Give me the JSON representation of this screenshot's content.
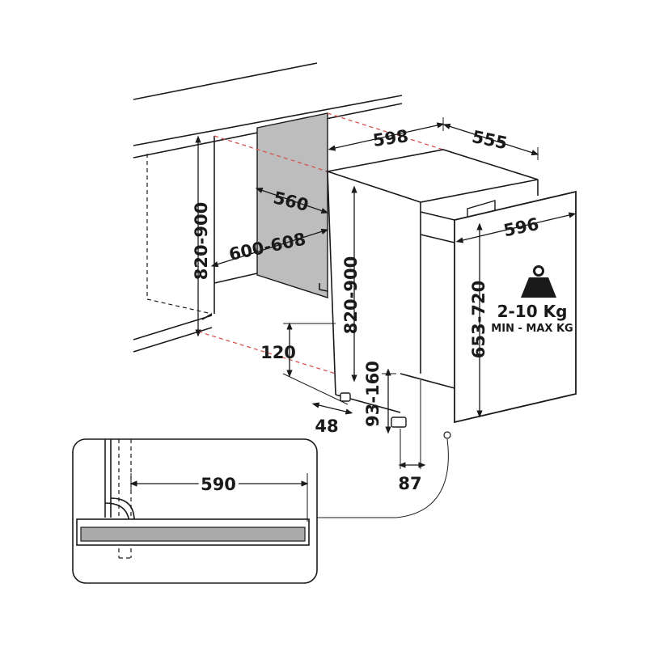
{
  "dimensions": {
    "width": "598",
    "depth": "555",
    "niche_depth": "560",
    "niche_width": "600-608",
    "niche_height": "820-900",
    "appliance_height": "820-900",
    "plinth_gap": "120",
    "front_offset": "48",
    "foot_height": "93-160",
    "foot_offset": "87",
    "panel_width": "596",
    "panel_height": "653-720",
    "detail_width": "590"
  },
  "weight": {
    "range": "2-10 Kg",
    "caption": "MIN - MAX KG",
    "icon": "weight-icon"
  },
  "colors": {
    "line": "#1a1a1a",
    "guide": "#d9534f",
    "wall": "#bdbdbd",
    "plinth": "#aaaaaa"
  }
}
